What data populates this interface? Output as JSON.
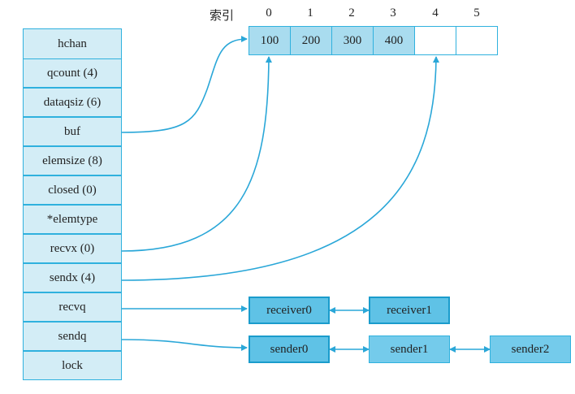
{
  "hchan": {
    "fields": [
      "hchan",
      "qcount (4)",
      "dataqsiz (6)",
      "buf",
      "elemsize (8)",
      "closed (0)",
      "*elemtype",
      "recvx (0)",
      "sendx (4)",
      "recvq",
      "sendq",
      "lock"
    ]
  },
  "buffer": {
    "index_title": "索引",
    "indices": [
      "0",
      "1",
      "2",
      "3",
      "4",
      "5"
    ],
    "cells": [
      "100",
      "200",
      "300",
      "400",
      "",
      ""
    ]
  },
  "recvq": {
    "nodes": [
      "receiver0",
      "receiver1"
    ]
  },
  "sendq": {
    "nodes": [
      "sender0",
      "sender1",
      "sender2"
    ]
  },
  "colors": {
    "line": "#2aa7d8",
    "field_bg": "#d3edf6",
    "cell_bg": "#a9dcef",
    "node_bg": "#74cbeb",
    "border": "#2fb1de"
  }
}
